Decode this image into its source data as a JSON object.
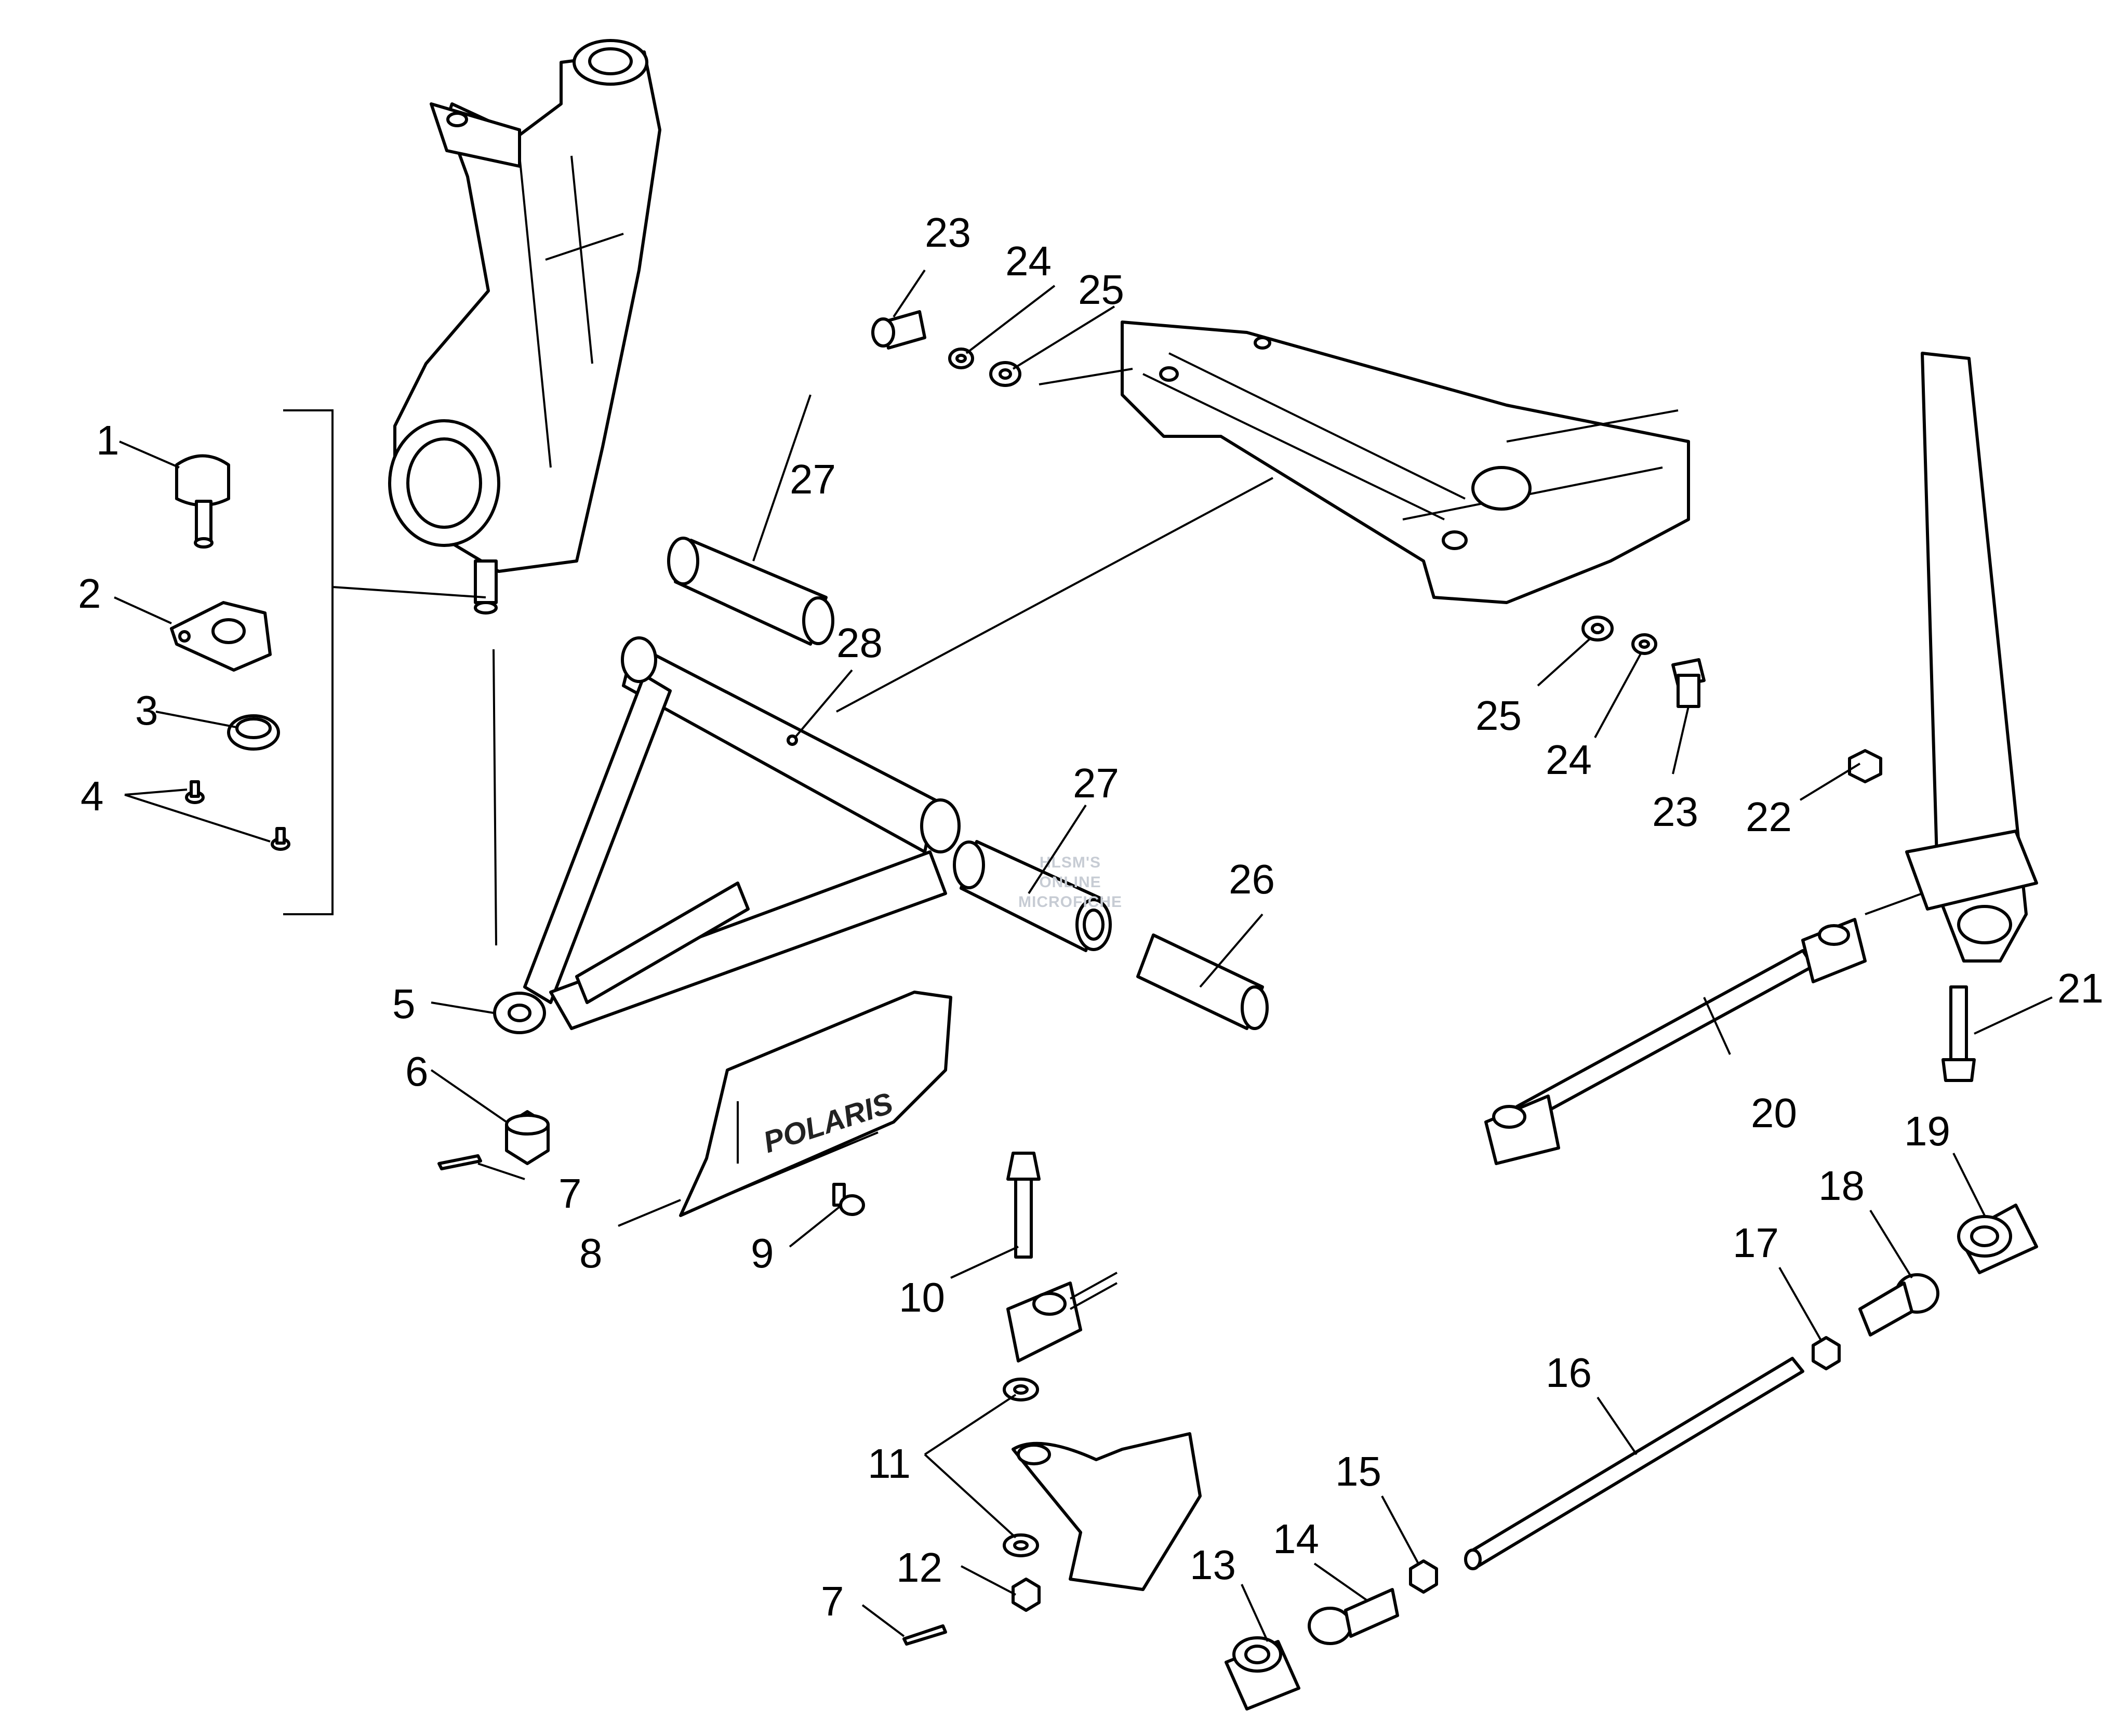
{
  "callouts": [
    "1",
    "2",
    "3",
    "4",
    "5",
    "6",
    "7",
    "8",
    "9",
    "10",
    "11",
    "12",
    "7",
    "13",
    "14",
    "15",
    "16",
    "17",
    "18",
    "19",
    "20",
    "21",
    "22",
    "23",
    "24",
    "25",
    "23",
    "24",
    "25",
    "26",
    "27",
    "27",
    "28"
  ],
  "logo_text": "POLARIS",
  "watermark": [
    "HLSM'S",
    "ONLINE",
    "MICROFICHE"
  ]
}
